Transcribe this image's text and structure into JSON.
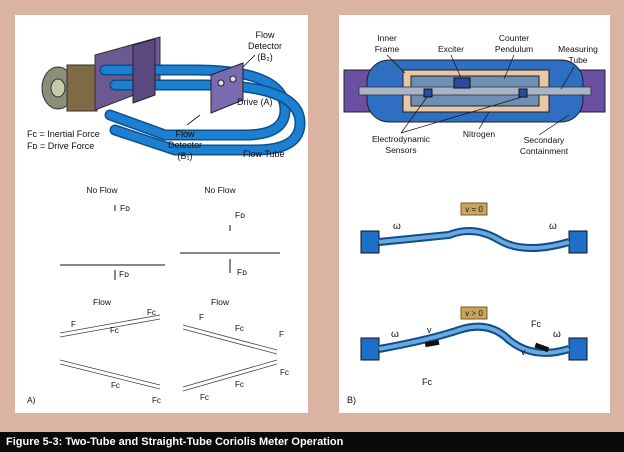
{
  "caption": "Figure 5-3: Two-Tube and Straight-Tube Coriolis Meter Operation",
  "panel_a": {
    "label": "A)",
    "flow_detector_b_l1": "Flow",
    "flow_detector_b_l2": "Detector",
    "flow_detector_b_l3": "(B₂)",
    "drive": "Drive (A)",
    "flow_detector_a_l1": "Flow",
    "flow_detector_a_l2": "Detector",
    "flow_detector_a_l3": "(B₁)",
    "flow_tube": "Flow Tube",
    "legend_fc": "Fᴄ = Inertial Force",
    "legend_fd": "Fᴅ = Drive Force",
    "no_flow_1": "No Flow",
    "no_flow_2": "No Flow",
    "flow_1": "Flow",
    "flow_2": "Flow",
    "f_d": "Fᴅ",
    "f_c": "Fᴄ",
    "f": "F"
  },
  "panel_b": {
    "label": "B)",
    "inner_frame_l1": "Inner",
    "inner_frame_l2": "Frame",
    "exciter": "Exciter",
    "counter_pendulum_l1": "Counter",
    "counter_pendulum_l2": "Pendulum",
    "measuring_tube_l1": "Measuring",
    "measuring_tube_l2": "Tube",
    "electro_l1": "Electrodynamic",
    "electro_l2": "Sensors",
    "nitrogen": "Nitrogen",
    "secondary_l1": "Secondary",
    "secondary_l2": "Containment",
    "v_zero": "v = 0",
    "v_pos": "v > 0",
    "omega": "ω",
    "v": "v",
    "fc": "Fc"
  },
  "colors": {
    "tube_blue": "#1c7fd0",
    "tube_dark": "#0d4f8c",
    "housing_blue": "#2e6fc1",
    "flange_purple": "#6b4fa3",
    "end_cap_blue": "#1f6ec8",
    "v_box": "#c8a460",
    "background_border": "#dbb3a3"
  }
}
